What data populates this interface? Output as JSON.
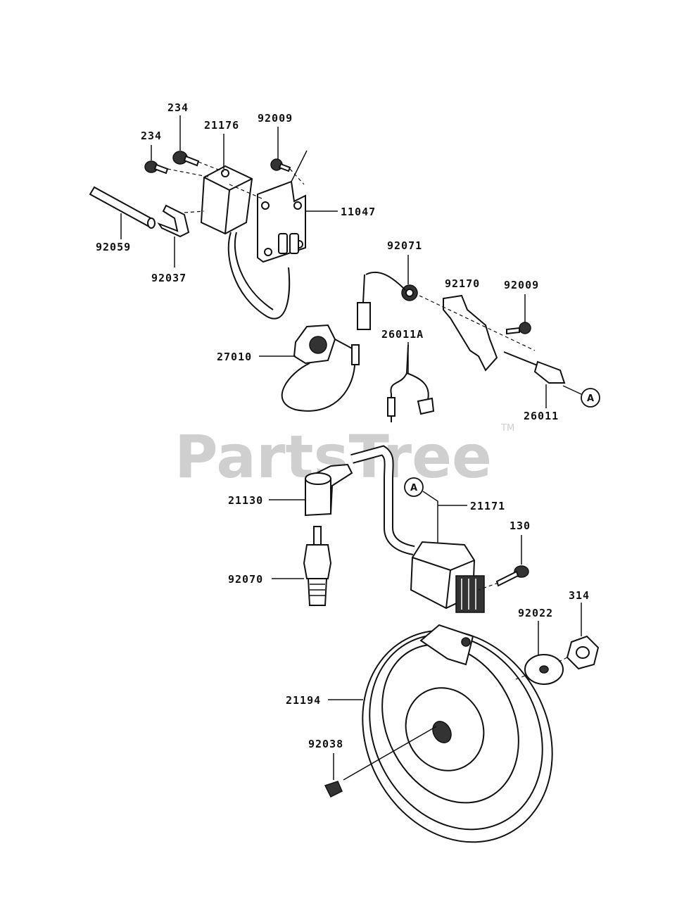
{
  "watermark": {
    "text": "PartsTree",
    "trademark": "TM"
  },
  "reference_marker": "A",
  "labels": {
    "p234_top": "234",
    "p234_left": "234",
    "p21176": "21176",
    "p92009_top": "92009",
    "p11047": "11047",
    "p92059": "92059",
    "p92037": "92037",
    "p92071": "92071",
    "p92170": "92170",
    "p92009_right": "92009",
    "p27010": "27010",
    "p26011A": "26011A",
    "p26011": "26011",
    "p21130": "21130",
    "p21171": "21171",
    "p130": "130",
    "p92070": "92070",
    "p92022": "92022",
    "p314": "314",
    "p21194": "21194",
    "p92038": "92038"
  }
}
